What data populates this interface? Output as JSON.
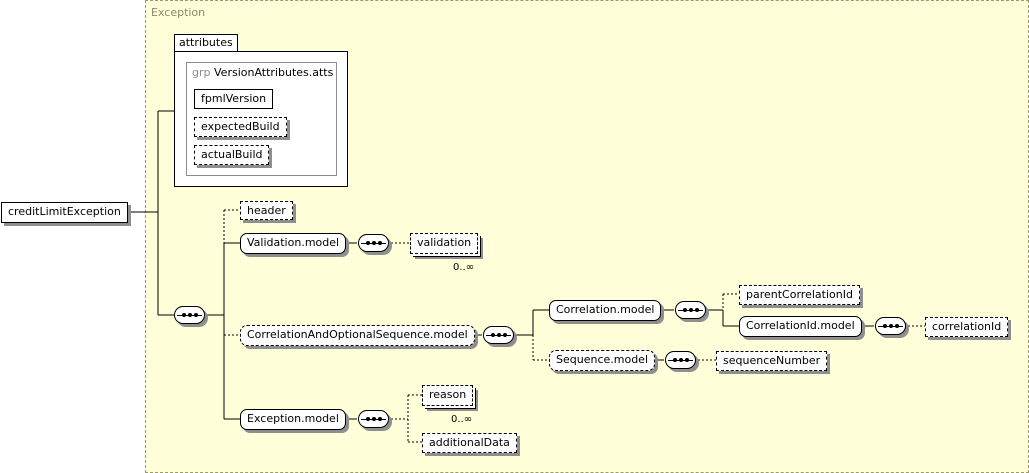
{
  "frame": {
    "label": "Exception"
  },
  "root": {
    "label": "creditLimitException"
  },
  "attributes": {
    "tab_label": "attributes",
    "group_keyword": "grp",
    "group_name": "VersionAttributes.atts",
    "items": [
      "fpmlVersion",
      "expectedBuild",
      "actualBuild"
    ]
  },
  "elements": {
    "header": "header",
    "validation_model": "Validation.model",
    "validation": "validation",
    "validation_occ": "0..∞",
    "corr_opt_seq_model": "CorrelationAndOptionalSequence.model",
    "correlation_model": "Correlation.model",
    "parent_correlation_id": "parentCorrelationId",
    "correlation_id_model": "CorrelationId.model",
    "correlation_id": "correlationId",
    "sequence_model": "Sequence.model",
    "sequence_number": "sequenceNumber",
    "exception_model": "Exception.model",
    "reason": "reason",
    "reason_occ": "0..∞",
    "additional_data": "additionalData"
  }
}
